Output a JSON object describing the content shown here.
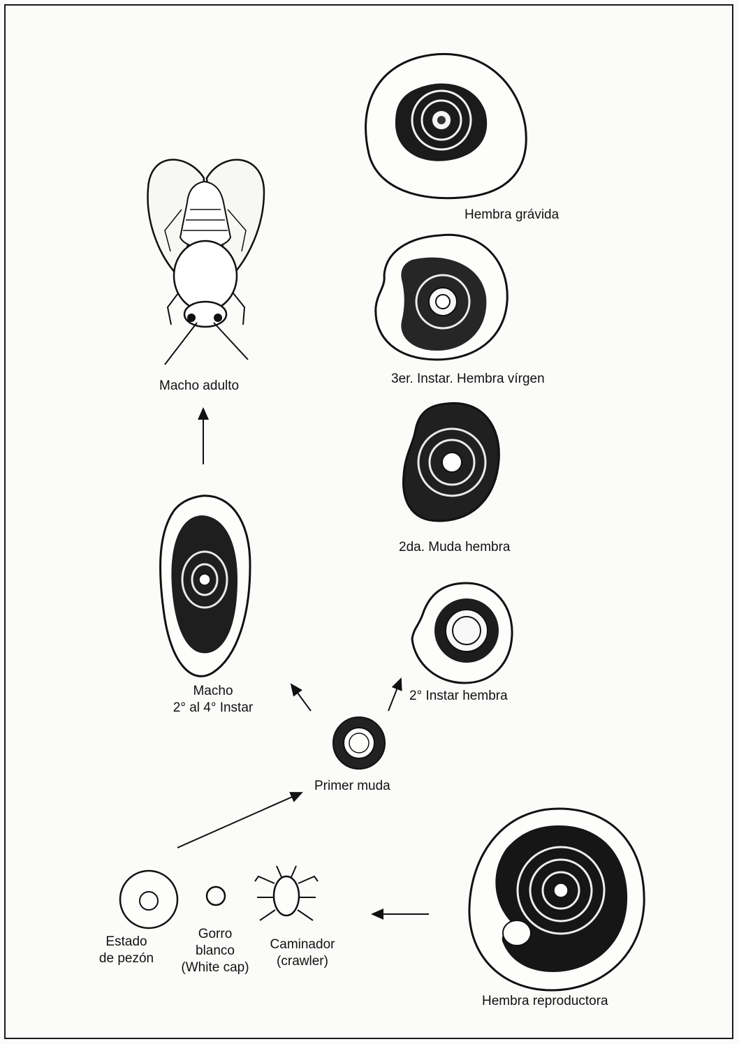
{
  "labels": {
    "hembra_gravida": "Hembra grávida",
    "macho_adulto": "Macho adulto",
    "tercer_instar": "3er. Instar. Hembra vírgen",
    "segunda_muda": "2da. Muda hembra",
    "macho_line1": "Macho",
    "macho_line2": "2° al 4° Instar",
    "segundo_instar": "2° Instar hembra",
    "primer_muda": "Primer muda",
    "estado_line1": "Estado",
    "estado_line2": "de pezón",
    "gorro_line1": "Gorro",
    "gorro_line2": "blanco",
    "gorro_line3": "(White cap)",
    "caminador_line1": "Caminador",
    "caminador_line2": "(crawler)",
    "hembra_reproductora": "Hembra reproductora"
  }
}
